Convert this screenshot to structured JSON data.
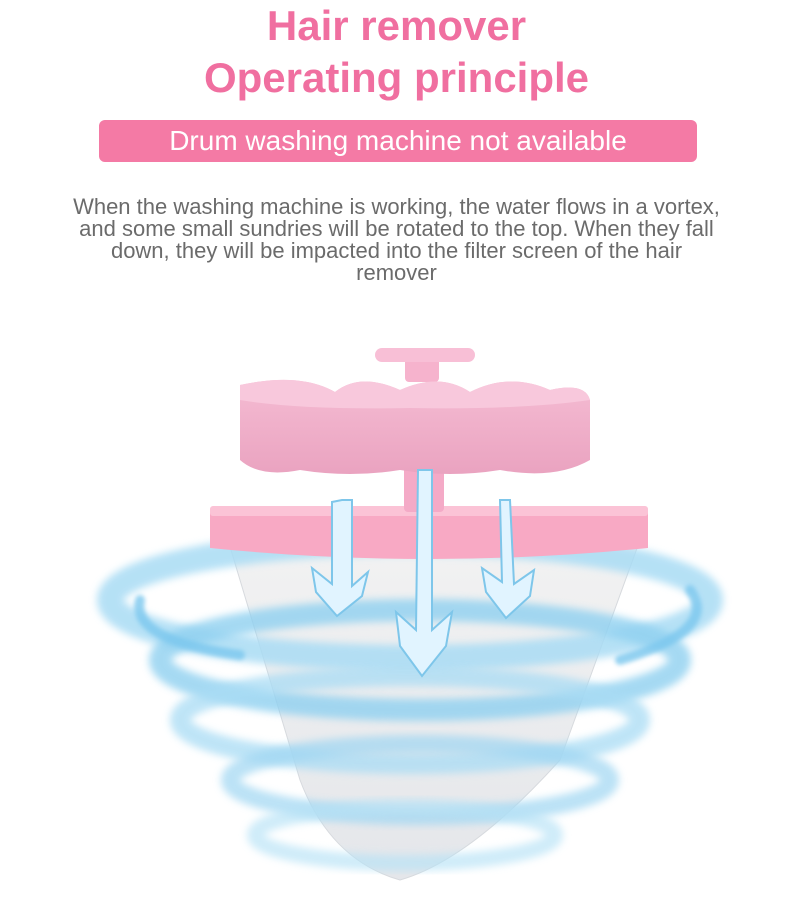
{
  "header": {
    "title_line1": "Hair remover",
    "title_line2": "Operating principle"
  },
  "banner": {
    "label": "Drum washing machine not available"
  },
  "description": "When the washing machine is working, the water flows in a vortex, and some small sundries will be rotated to the top. When they fall down, they will be impacted into the filter screen of the hair remover",
  "colors": {
    "title": "#f06fa0",
    "banner_bg": "#f47aa5",
    "banner_text": "#ffffff",
    "description_text": "#6b6b6b",
    "sponge": "#f4b6cf",
    "filter_ring": "#f8a9c4",
    "water": "#8fd0f0",
    "arrow": "#d8f1ff"
  },
  "illustration": {
    "icons": [
      "flower-sponge-icon",
      "filter-mesh-icon",
      "water-vortex-icon",
      "down-arrow-icon"
    ]
  }
}
